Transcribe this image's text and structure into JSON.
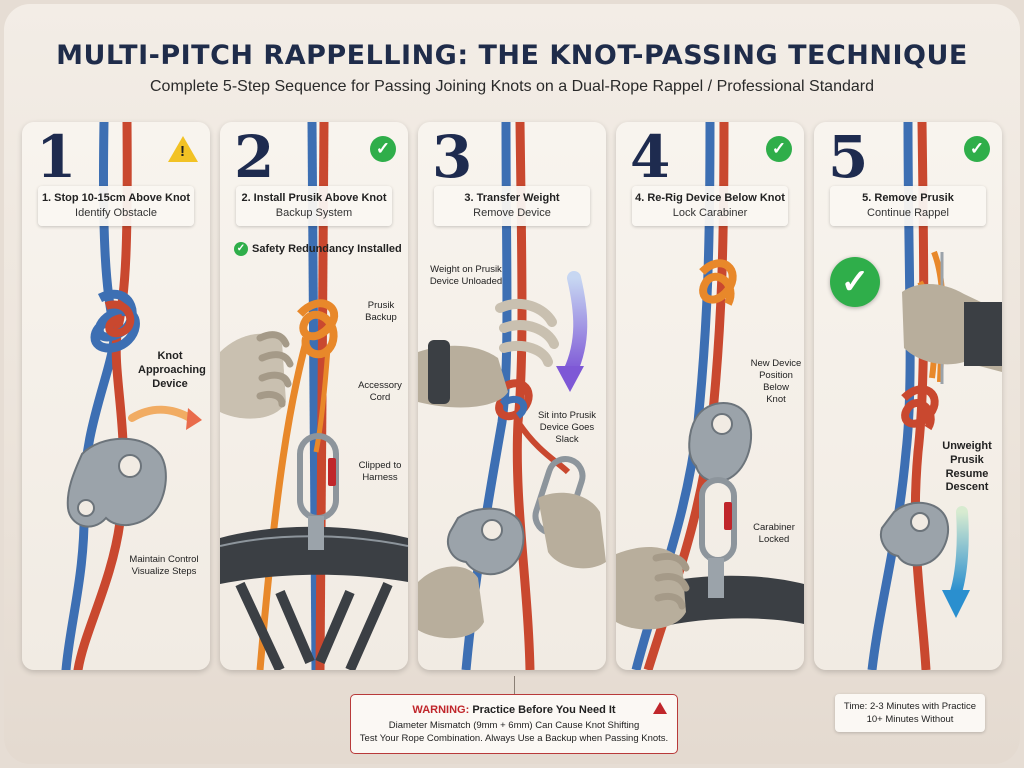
{
  "title": "MULTI-PITCH RAPPELLING: THE KNOT-PASSING TECHNIQUE",
  "subtitle": "Complete 5-Step Sequence for Passing Joining Knots on a Dual-Rope Rappel / Professional Standard",
  "steps": [
    {
      "number": "1",
      "title": "1. Stop 10-15cm Above Knot",
      "subtitle": "Identify Obstacle",
      "status_icon": "warning-icon",
      "labels": {
        "approach": "Knot\nApproaching\nDevice",
        "control": "Maintain Control\nVisualize Steps"
      }
    },
    {
      "number": "2",
      "title": "2. Install Prusik Above Knot",
      "subtitle": "Backup System",
      "status_icon": "check-icon",
      "safety_note": "Safety Redundancy Installed",
      "labels": {
        "prusik": "Prusik\nBackup",
        "cord": "Accessory\nCord",
        "clipped": "Clipped to\nHarness"
      }
    },
    {
      "number": "3",
      "title": "3. Transfer Weight",
      "subtitle": "Remove Device",
      "status_icon": "none",
      "labels": {
        "weight": "Weight on Prusik\nDevice Unloaded",
        "sit": "Sit into Prusik\nDevice Goes\nSlack"
      }
    },
    {
      "number": "4",
      "title": "4. Re-Rig Device Below Knot",
      "subtitle": "Lock Carabiner",
      "status_icon": "check-icon",
      "labels": {
        "position": "New Device\nPosition\nBelow\nKnot",
        "locked": "Carabiner\nLocked"
      }
    },
    {
      "number": "5",
      "title": "5. Remove Prusik",
      "subtitle": "Continue Rappel",
      "status_icon": "check-icon",
      "labels": {
        "unweight": "Unweight\nPrusik\nResume\nDescent"
      }
    }
  ],
  "warning": {
    "label": "WARNING:",
    "title": "Practice Before You Need It",
    "line1": "Diameter Mismatch (9mm + 6mm) Can Cause Knot Shifting",
    "line2": "Test Your Rope Combination. Always Use a Backup when Passing Knots."
  },
  "time_note": {
    "line1": "Time: 2-3 Minutes with Practice",
    "line2": "10+ Minutes Without"
  },
  "colors": {
    "title": "#1f2c4a",
    "rope_blue": "#3d6fb3",
    "rope_red": "#c9482f",
    "prusik_orange": "#e8882a",
    "check_green": "#2fae4a",
    "warning_red": "#c0262b"
  }
}
